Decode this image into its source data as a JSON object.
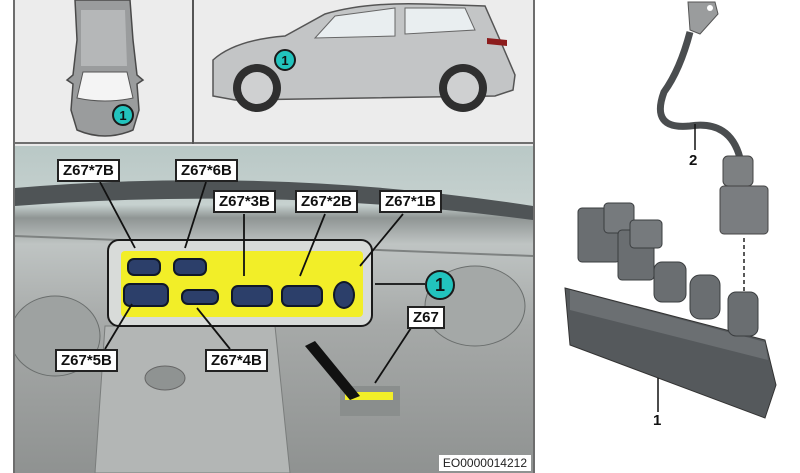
{
  "diagram": {
    "top_left_view": {
      "description": "vehicle top view",
      "callout": "1"
    },
    "top_right_view": {
      "description": "vehicle side view",
      "callout": "1"
    },
    "engine_bay_view": {
      "connector_labels": [
        "Z67*7B",
        "Z67*6B",
        "Z67*3B",
        "Z67*2B",
        "Z67*1B",
        "Z67*5B",
        "Z67*4B",
        "Z67"
      ],
      "callout": "1",
      "reference_code": "EO0000014212"
    },
    "parts_view": {
      "part_labels": [
        "2",
        "1"
      ]
    }
  }
}
